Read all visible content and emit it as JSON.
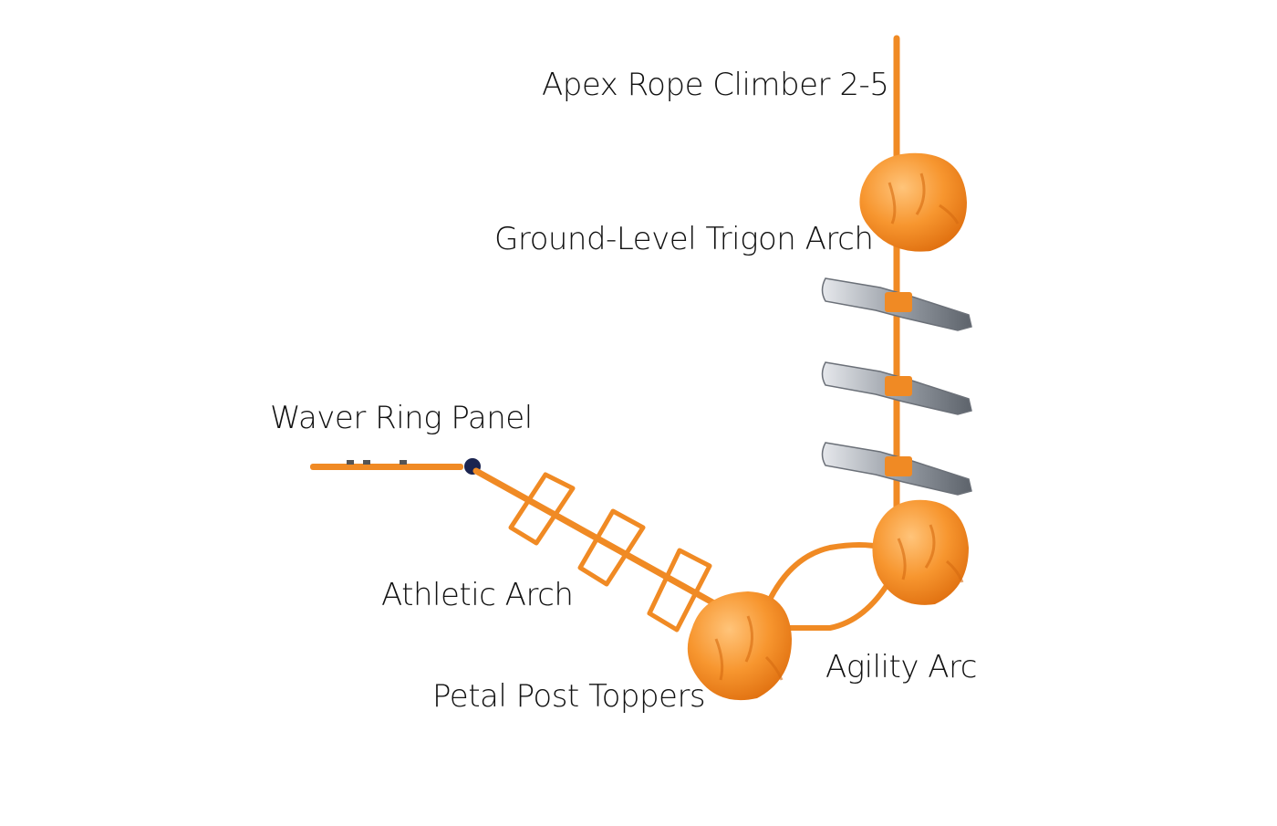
{
  "diagram": {
    "labels": {
      "apex_rope_climber": "Apex Rope Climber 2-5",
      "ground_level_trigon_arch": "Ground-Level Trigon Arch",
      "waver_ring_panel": "Waver Ring Panel",
      "athletic_arch": "Athletic Arch",
      "petal_post_toppers": "Petal Post Toppers",
      "agility_arc": "Agility Arc"
    },
    "colors": {
      "post": "#f08a24",
      "topper_light": "#ffb55e",
      "topper_dark": "#e9781a",
      "rung_metal": "#8a8f96",
      "knob": "#1b2450"
    }
  }
}
